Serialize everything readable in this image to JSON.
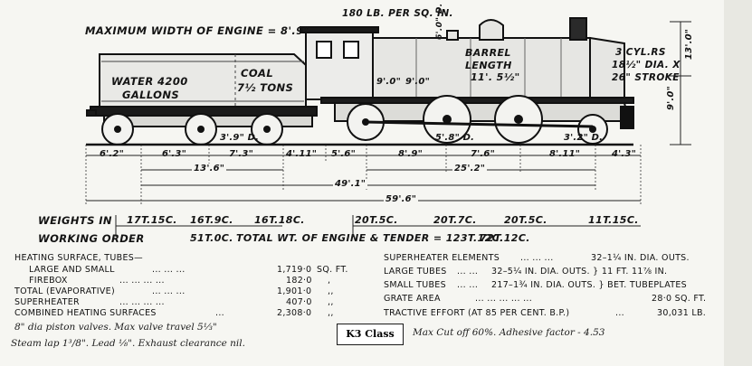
{
  "drawing": {
    "max_width": "MAXIMUM WIDTH OF ENGINE = 8'.9\"",
    "pressure": "180 LB. PER SQ. IN.",
    "water": "WATER 4200",
    "gallons": "GALLONS",
    "coal": "COAL",
    "coal_tons": "7½ TONS",
    "boiler_dia": "6'.0\" D.",
    "barrel": "BARREL",
    "barrel_length": "LENGTH",
    "barrel_value": "11'. 5½\"",
    "firebox_len": "9'.0\"",
    "boiler_rear": "9'.0\"",
    "cylinders_1": "3 CYL.RS",
    "cylinders_2": "18½\" DIA. X",
    "cylinders_3": "26\" STROKE",
    "height_total": "13'.0\"",
    "height_center": "9'.0\"",
    "tender_wheel": "3'.9\" D.",
    "driver_wheel": "5'.8\" D.",
    "bogie_wheel": "3'.2\" D."
  },
  "wheelbase": {
    "spacings": [
      "6'.2\"",
      "6'.3\"",
      "7'.3\"",
      "4'.11\"",
      "5'.6\"",
      "8'.9\"",
      "7'.6\"",
      "8'.11\"",
      "4'.3\""
    ],
    "tender_total": "13'.6\"",
    "engine_total": "25'.2\"",
    "combined_wheelbase": "49'.1\"",
    "overall_length": "59'.6\""
  },
  "weights": {
    "label": "WEIGHTS IN",
    "tender_axles": [
      "17T.15C.",
      "16T.9C.",
      "16T.18C."
    ],
    "engine_axles": [
      "20T.5C.",
      "20T.7C.",
      "20T.5C.",
      "11T.15C."
    ],
    "order_label": "WORKING ORDER",
    "tender_total": "51T.0C.",
    "total_label": "TOTAL WT. OF ENGINE & TENDER = 123T.12C.",
    "engine_total": "72T.12C."
  },
  "specs_left": [
    {
      "label": "HEATING SURFACE, TUBES—",
      "dots": "",
      "value": "",
      "unit": ""
    },
    {
      "label": "LARGE AND SMALL",
      "dots": "...   ...   ...",
      "value": "1,719·0",
      "unit": "SQ. FT."
    },
    {
      "label": "FIREBOX",
      "dots": "...   ...   ...   ...",
      "value": "182·0",
      "unit": ","
    },
    {
      "label": "TOTAL (EVAPORATIVE)",
      "dots": "...   ...   ...",
      "value": "1,901·0",
      "unit": ",,"
    },
    {
      "label": "SUPERHEATER",
      "dots": "...   ...   ...   ...",
      "value": "407·0",
      "unit": ",,"
    },
    {
      "label": "COMBINED HEATING SURFACES",
      "dots": "...",
      "value": "2,308·0",
      "unit": ",,"
    }
  ],
  "specs_right": [
    {
      "label": "SUPERHEATER ELEMENTS",
      "dots": "...   ...   ...",
      "value": "32–1¼ IN. DIA. OUTS."
    },
    {
      "label": "LARGE TUBES",
      "dots": "...   ...",
      "value": "32–5¼ IN. DIA. OUTS.  }   11 FT. 11⅞ IN."
    },
    {
      "label": "SMALL TUBES",
      "dots": "...   ...",
      "value": "217–1¾ IN. DIA. OUTS.  }  BET. TUBEPLATES"
    },
    {
      "label": "GRATE AREA",
      "dots": "...   ...   ...   ...   ...",
      "value": "28·0 SQ. FT."
    },
    {
      "label": "TRACTIVE EFFORT (AT 85 PER CENT. B.P.)",
      "dots": "...",
      "value": "30,031 LB."
    }
  ],
  "handwritten": {
    "line1": "8\" dia piston valves.  Max valve travel 5⅓\"",
    "line2": "Steam lap 1³/8\".  Lead ⅛\".  Exhaust clearance nil.",
    "class_label": "K3 Class",
    "cutoff": "Max Cut off 60%.  Adhesive factor - 4.53"
  }
}
